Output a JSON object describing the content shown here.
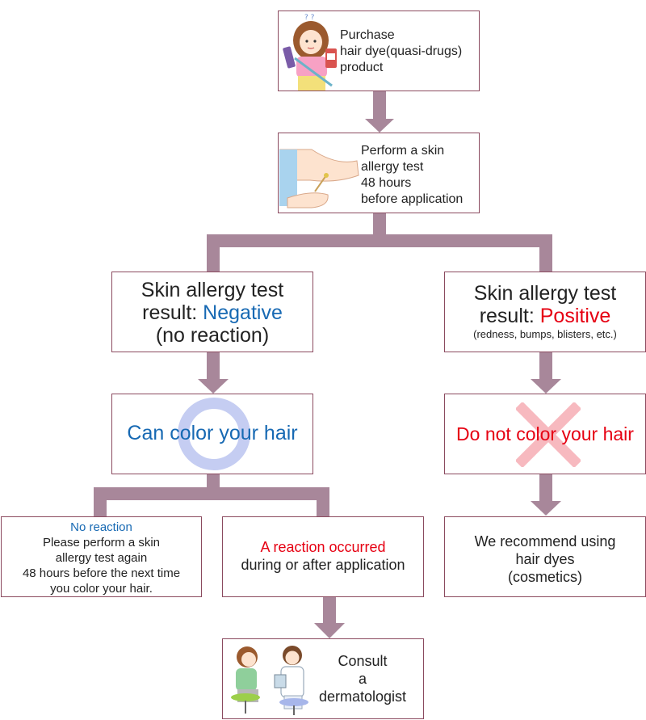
{
  "colors": {
    "connector": "#a8879a",
    "border": "#8b4a5f",
    "negative": "#1769b3",
    "positive": "#e60012",
    "circle": "#c5cdf2",
    "cross": "#f7b9bf"
  },
  "step1": {
    "line1": "Purchase",
    "line2": "hair dye(quasi-drugs)",
    "line3": "product"
  },
  "step2": {
    "line1": "Perform a skin",
    "line2": "allergy test",
    "line3": "48 hours",
    "line4": "before application"
  },
  "negative": {
    "line1": "Skin allergy test",
    "prefix": "result: ",
    "result": "Negative",
    "line3": "(no reaction)"
  },
  "positive": {
    "line1": "Skin allergy test",
    "prefix": "result: ",
    "result": "Positive",
    "line3": "(redness, bumps, blisters, etc.)"
  },
  "can_color": {
    "text": "Can color your hair",
    "mark": "circle-mark-icon"
  },
  "do_not_color": {
    "text": "Do not color your hair",
    "mark": "cross-mark-icon"
  },
  "no_reaction": {
    "title": "No reaction",
    "line1": "Please perform a skin",
    "line2": "allergy test again",
    "line3": "48 hours before the next time",
    "line4": "you color your hair."
  },
  "reaction": {
    "title": "A reaction occurred",
    "line1": "during or after application"
  },
  "recommend": {
    "line1": "We recommend using",
    "line2": "hair dyes",
    "line3": "(cosmetics)"
  },
  "consult": {
    "line1": "Consult",
    "line2": "a",
    "line3": "dermatologist"
  }
}
